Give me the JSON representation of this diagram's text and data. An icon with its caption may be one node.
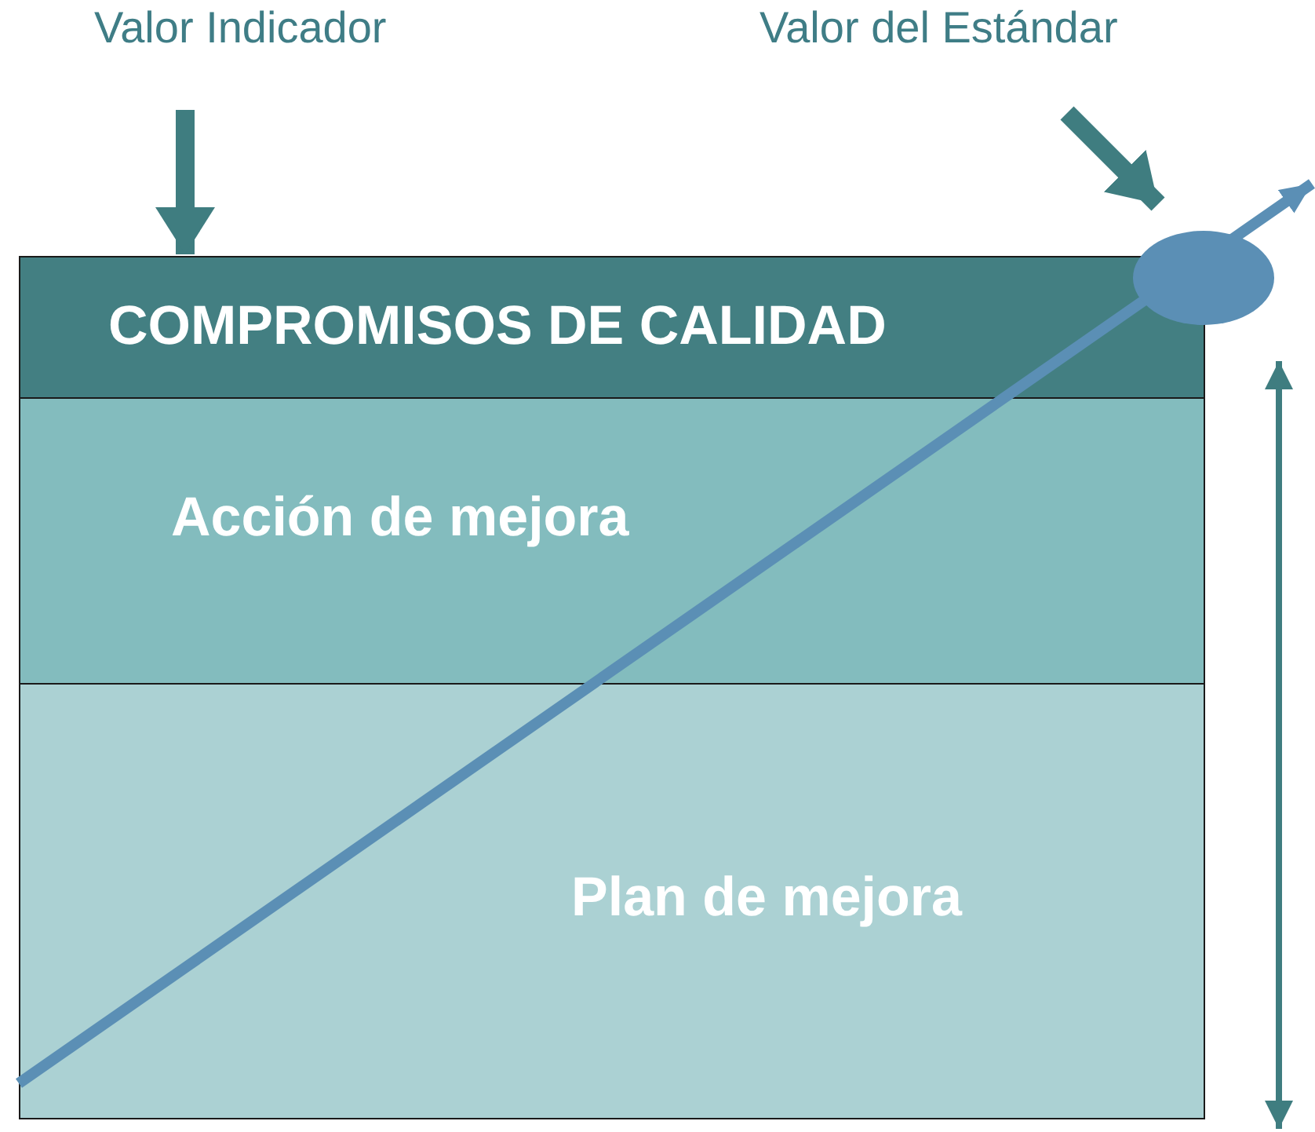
{
  "diagram": {
    "nodes": [
      {
        "text": [
          "Valor Indicador"
        ]
      },
      {
        "text": [
          "Valor del Estándar"
        ]
      },
      {
        "text": [
          "COMPROMISOS DE CALIDAD"
        ]
      },
      {
        "text": [
          "Acción de mejora"
        ]
      },
      {
        "text": [
          "Plan de mejora"
        ]
      },
      {
        "text": [],
        "shape": "circle"
      }
    ],
    "edges": [
      {
        "from": 0,
        "to": 2,
        "arrow": "to"
      },
      {
        "from": 1,
        "to": 5,
        "arrow": "to"
      }
    ]
  }
}
